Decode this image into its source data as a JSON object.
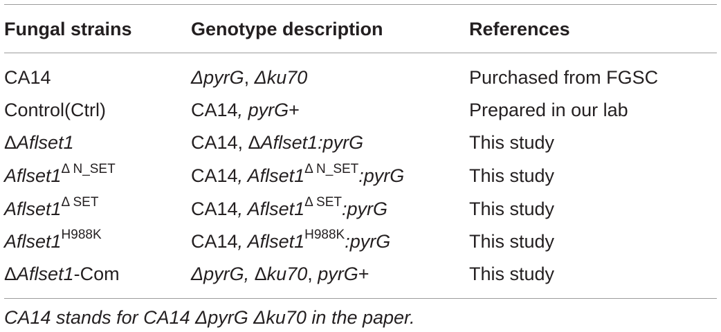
{
  "table": {
    "headers": {
      "strain": "Fungal strains",
      "genotype": "Genotype description",
      "references": "References"
    },
    "rows": [
      {
        "strain": {
          "pre": "",
          "main": "CA14",
          "sup": "",
          "post": ""
        },
        "genotype": {
          "a": "ΔpyrG",
          "b": ", ",
          "c": "Δku70",
          "d": "",
          "e": "",
          "f": ""
        },
        "reference": "Purchased from FGSC"
      },
      {
        "strain": {
          "pre": "",
          "main": "Control(Ctrl)",
          "sup": "",
          "post": ""
        },
        "genotype": {
          "a": "CA14",
          "b": ", ",
          "c": "pyrG",
          "d": "+",
          "e": "",
          "f": ""
        },
        "reference": "Prepared in our lab"
      },
      {
        "strain": {
          "pre": "Δ",
          "main": "Aflset1",
          "sup": "",
          "post": ""
        },
        "genotype": {
          "a": "CA14",
          "b": ", Δ",
          "c": "Aflset1:pyrG",
          "d": "",
          "e": "",
          "f": ""
        },
        "reference": "This study"
      },
      {
        "strain": {
          "pre": "",
          "main": "Aflset1",
          "sup": "Δ N_SET",
          "post": ""
        },
        "genotype": {
          "a": "CA14",
          "b": ", ",
          "c": "Aflset1",
          "d": "Δ N_SET",
          "e": ":pyrG",
          "f": ""
        },
        "reference": "This study"
      },
      {
        "strain": {
          "pre": "",
          "main": "Aflset1",
          "sup": "Δ SET",
          "post": ""
        },
        "genotype": {
          "a": "CA14",
          "b": ", ",
          "c": "Aflset1",
          "d": "Δ SET",
          "e": ":pyrG",
          "f": ""
        },
        "reference": "This study"
      },
      {
        "strain": {
          "pre": "",
          "main": "Aflset1",
          "sup": "H988K",
          "post": ""
        },
        "genotype": {
          "a": "CA14",
          "b": ", ",
          "c": "Aflset1",
          "d": "H988K",
          "e": ":pyrG",
          "f": ""
        },
        "reference": "This study"
      },
      {
        "strain": {
          "pre": "Δ",
          "main": "Aflset1",
          "sup": "",
          "post": "-Com"
        },
        "genotype": {
          "a": "ΔpyrG,",
          "b": " Δ",
          "c": "ku70",
          "d": ", ",
          "e": "pyrG",
          "f": "+"
        },
        "reference": "This study"
      }
    ],
    "footnote": "CA14 stands for CA14 ΔpyrG Δku70 in the paper."
  }
}
